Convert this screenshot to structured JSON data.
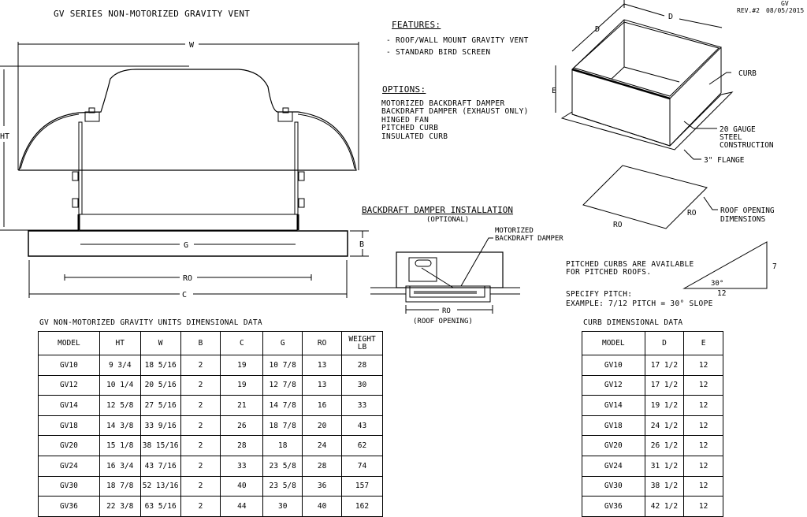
{
  "header": {
    "title": "GV SERIES NON-MOTORIZED GRAVITY VENT",
    "code": "GV",
    "revision": "REV.#2",
    "date": "08/05/2015"
  },
  "fan_drawing": {
    "labels": {
      "w": "W",
      "ht": "HT",
      "g": "G",
      "b": "B",
      "ro": "RO",
      "c": "C"
    }
  },
  "features": {
    "title": "FEATURES:",
    "items": [
      "- ROOF/WALL MOUNT GRAVITY VENT",
      "- STANDARD BIRD SCREEN"
    ]
  },
  "options": {
    "title": "OPTIONS:",
    "items": [
      "MOTORIZED BACKDRAFT DAMPER",
      "BACKDRAFT DAMPER (EXHAUST ONLY)",
      "HINGED FAN",
      "PITCHED CURB",
      "INSULATED CURB"
    ]
  },
  "damper": {
    "title": "BACKDRAFT DAMPER INSTALLATION",
    "subtitle": "(OPTIONAL)",
    "callout_1": "MOTORIZED",
    "callout_2": "BACKDRAFT DAMPER",
    "ro": "RO",
    "ro_note": "(ROOF OPENING)"
  },
  "curb_drawing": {
    "d1": "D",
    "d2": "D",
    "e": "E",
    "curb": "CURB",
    "gauge_1": "20 GAUGE",
    "gauge_2": "STEEL",
    "gauge_3": "CONSTRUCTION",
    "flange": "3\" FLANGE",
    "ro1": "RO",
    "ro2": "RO",
    "roof_1": "ROOF OPENING",
    "roof_2": "DIMENSIONS"
  },
  "pitch": {
    "line1": "PITCHED CURBS ARE AVAILABLE",
    "line2": "FOR PITCHED ROOFS.",
    "line3": "SPECIFY PITCH:",
    "line4": "EXAMPLE: 7/12 PITCH = 30° SLOPE",
    "angle": "30°",
    "rise": "7",
    "run": "12"
  },
  "units_table": {
    "title": "GV NON-MOTORIZED GRAVITY UNITS DIMENSIONAL DATA",
    "headers": [
      "MODEL",
      "HT",
      "W",
      "B",
      "C",
      "G",
      "RO",
      "WEIGHT LB"
    ],
    "rows": [
      [
        "GV10",
        "9 3/4",
        "18 5/16",
        "2",
        "19",
        "10 7/8",
        "13",
        "28"
      ],
      [
        "GV12",
        "10 1/4",
        "20 5/16",
        "2",
        "19",
        "12 7/8",
        "13",
        "30"
      ],
      [
        "GV14",
        "12 5/8",
        "27 5/16",
        "2",
        "21",
        "14 7/8",
        "16",
        "33"
      ],
      [
        "GV18",
        "14 3/8",
        "33 9/16",
        "2",
        "26",
        "18 7/8",
        "20",
        "43"
      ],
      [
        "GV20",
        "15 1/8",
        "38 15/16",
        "2",
        "28",
        "18",
        "24",
        "62"
      ],
      [
        "GV24",
        "16 3/4",
        "43 7/16",
        "2",
        "33",
        "23 5/8",
        "28",
        "74"
      ],
      [
        "GV30",
        "18 7/8",
        "52 13/16",
        "2",
        "40",
        "23 5/8",
        "36",
        "157"
      ],
      [
        "GV36",
        "22 3/8",
        "63 5/16",
        "2",
        "44",
        "30",
        "40",
        "162"
      ]
    ]
  },
  "curb_table": {
    "title": "CURB DIMENSIONAL DATA",
    "headers": [
      "MODEL",
      "D",
      "E"
    ],
    "rows": [
      [
        "GV10",
        "17 1/2",
        "12"
      ],
      [
        "GV12",
        "17 1/2",
        "12"
      ],
      [
        "GV14",
        "19 1/2",
        "12"
      ],
      [
        "GV18",
        "24 1/2",
        "12"
      ],
      [
        "GV20",
        "26 1/2",
        "12"
      ],
      [
        "GV24",
        "31 1/2",
        "12"
      ],
      [
        "GV30",
        "38 1/2",
        "12"
      ],
      [
        "GV36",
        "42 1/2",
        "12"
      ]
    ]
  }
}
